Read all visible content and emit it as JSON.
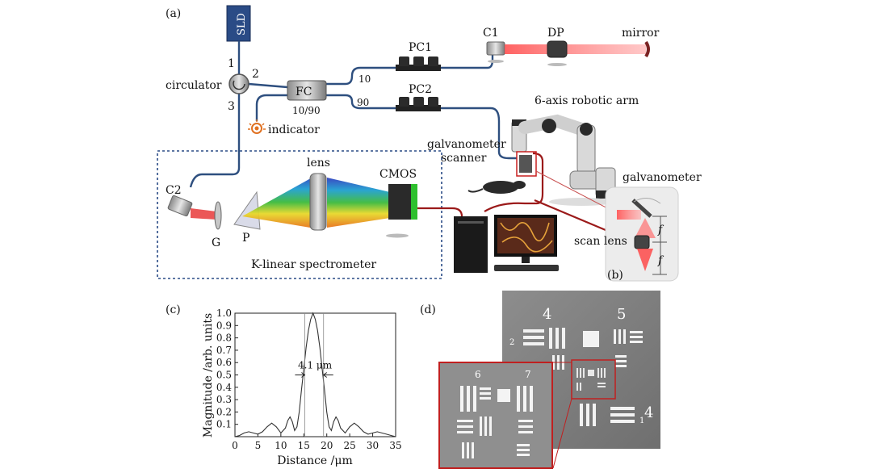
{
  "panels": {
    "a": "(a)",
    "b": "(b)",
    "c": "(c)",
    "d": "(d)"
  },
  "setup": {
    "sld": "SLD",
    "port1": "1",
    "port2": "2",
    "port3": "3",
    "circulator": "circulator",
    "fc": "FC",
    "fc_ratio": "10/90",
    "arm10": "10",
    "arm90": "90",
    "pc1": "PC1",
    "pc2": "PC2",
    "c1": "C1",
    "dp": "DP",
    "mirror": "mirror",
    "indicator": "indicator",
    "robot": "6-axis robotic arm",
    "galvo_scanner_1": "galvanometer",
    "galvo_scanner_2": "scanner",
    "galvo_b": "galvanometer",
    "scan_lens": "scan lens",
    "focal": "f",
    "c2": "C2",
    "g": "G",
    "p": "P",
    "lens": "lens",
    "cmos": "CMOS",
    "spectrometer": "K-linear spectrometer"
  },
  "target": {
    "group_top_left": "4",
    "group_top_right": "5",
    "group_bottom_right": "4",
    "element_left": "2",
    "element_right": "1",
    "zoom_left": "6",
    "zoom_right": "7"
  },
  "chart_data": {
    "type": "line",
    "xlabel": "Distance /μm",
    "ylabel": "Magnitude /arb. units",
    "xlim": [
      0,
      35
    ],
    "ylim": [
      0,
      1.0
    ],
    "xticks": [
      0,
      5,
      10,
      15,
      20,
      25,
      30,
      35
    ],
    "yticks": [
      0.1,
      0.2,
      0.3,
      0.4,
      0.5,
      0.6,
      0.7,
      0.8,
      0.9,
      1.0
    ],
    "annotation": "4.1 μm",
    "fwhm_bounds": [
      15.2,
      19.3
    ],
    "series": [
      {
        "x": [
          0,
          1,
          2,
          3,
          4,
          5,
          6,
          7,
          8,
          9,
          10,
          11,
          11.5,
          12,
          12.5,
          13,
          13.5,
          14,
          14.5,
          15,
          15.5,
          16,
          16.5,
          17,
          17.5,
          18,
          18.5,
          19,
          19.5,
          20,
          20.5,
          21,
          21.5,
          22,
          22.5,
          23,
          24,
          25,
          26,
          27,
          28,
          29,
          30,
          31,
          32,
          33,
          34,
          35
        ],
        "y": [
          0.0,
          0.01,
          0.03,
          0.04,
          0.03,
          0.02,
          0.04,
          0.08,
          0.11,
          0.08,
          0.03,
          0.07,
          0.13,
          0.16,
          0.12,
          0.05,
          0.08,
          0.2,
          0.38,
          0.55,
          0.72,
          0.86,
          0.95,
          1.0,
          0.95,
          0.86,
          0.72,
          0.55,
          0.38,
          0.2,
          0.08,
          0.05,
          0.12,
          0.16,
          0.13,
          0.07,
          0.03,
          0.08,
          0.11,
          0.08,
          0.04,
          0.02,
          0.03,
          0.04,
          0.03,
          0.02,
          0.01,
          0.0
        ]
      }
    ]
  }
}
